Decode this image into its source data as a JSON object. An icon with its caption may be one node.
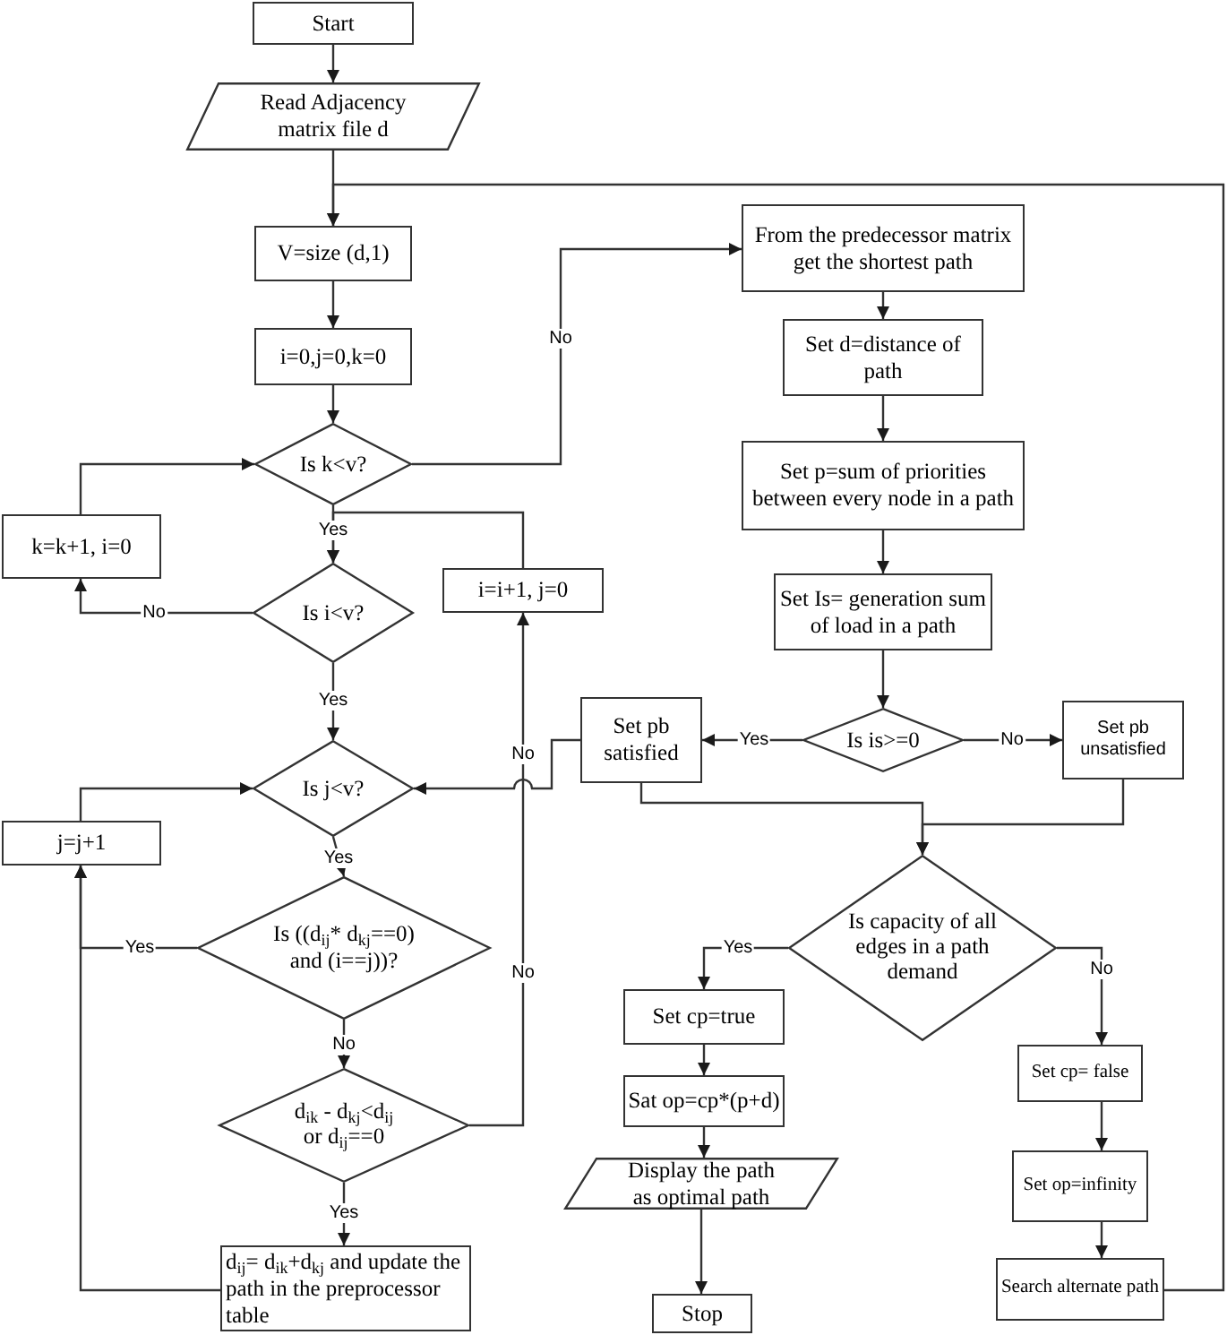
{
  "diagram": {
    "nodes": [
      {
        "text": [
          "Start"
        ]
      },
      {
        "text": [
          "Read Adjacency matrix file d"
        ]
      },
      {
        "text": [
          "V=size (d,1)"
        ]
      },
      {
        "text": [
          "i=0,j=0,k=0"
        ]
      },
      {
        "text": [
          "Is k<v?"
        ]
      },
      {
        "text": [
          "k=k+1, i=0"
        ]
      },
      {
        "text": [
          "Is i<v?"
        ]
      },
      {
        "text": [
          "i=i+1, j=0"
        ]
      },
      {
        "text": [
          "Is j<v?"
        ]
      },
      {
        "text": [
          "j=j+1"
        ]
      },
      {
        "text": [
          "Is ((d$_{ij}$* d$_{kj}$==0) and (i==j))?"
        ]
      },
      {
        "text": [
          "d$_{ik}$ - d$_{kj}$<d$_{ij}$ or d$_{ij}$==0"
        ]
      },
      {
        "text": [
          "d$_{ij}$= d$_{ik}$+d$_{kj}$ and update the path in the preprocessor table"
        ]
      },
      {
        "text": [
          "From the predecessor matrix get the shortest path"
        ]
      },
      {
        "text": [
          "Set d=distance of path"
        ]
      },
      {
        "text": [
          "Set p=sum of priorities between every node in a path"
        ]
      },
      {
        "text": [
          "Set Is= generation sum of load in a path"
        ]
      },
      {
        "text": [
          "Is is>=0"
        ]
      },
      {
        "text": [
          "Set pb satisfied"
        ]
      },
      {
        "text": [
          "Set pb unsatisfied"
        ]
      },
      {
        "text": [
          "Is capacity of all edges in a path demand"
        ]
      },
      {
        "text": [
          "Set cp=true"
        ]
      },
      {
        "text": [
          "Sat op=cp*(p+d)"
        ]
      },
      {
        "text": [
          "Display the path as optimal path"
        ]
      },
      {
        "text": [
          "Stop"
        ]
      },
      {
        "text": [
          "Set cp= false"
        ]
      },
      {
        "text": [
          "Set op=infinity"
        ]
      },
      {
        "text": [
          "Search alternate path"
        ]
      }
    ],
    "edges": [
      {
        "from": 0,
        "to": 1,
        "arrow": "to"
      },
      {
        "from": 1,
        "to": 2,
        "arrow": "to"
      },
      {
        "from": 27,
        "to": 2,
        "arrow": "to"
      },
      {
        "from": 2,
        "to": 3,
        "arrow": "to"
      },
      {
        "from": 3,
        "to": 4,
        "arrow": "to"
      },
      {
        "from": 4,
        "to": 6,
        "arrow": "to",
        "label": "Yes"
      },
      {
        "from": 4,
        "to": 13,
        "arrow": "to",
        "label": "No"
      },
      {
        "from": 5,
        "to": 4,
        "arrow": "to"
      },
      {
        "from": 6,
        "to": 5,
        "arrow": "to",
        "label": "No"
      },
      {
        "from": 6,
        "to": 8,
        "arrow": "to",
        "label": "Yes"
      },
      {
        "from": 7,
        "to": 6,
        "arrow": "to"
      },
      {
        "from": 8,
        "to": 10,
        "arrow": "to",
        "label": "Yes"
      },
      {
        "from": 9,
        "to": 8,
        "arrow": "to"
      },
      {
        "from": 10,
        "to": 9,
        "arrow": "to",
        "label": "Yes"
      },
      {
        "from": 10,
        "to": 11,
        "arrow": "to",
        "label": "No"
      },
      {
        "from": 11,
        "to": 12,
        "arrow": "to",
        "label": "Yes"
      },
      {
        "from": 11,
        "to": 7,
        "arrow": "to",
        "label": "No"
      },
      {
        "from": 12,
        "to": 9,
        "arrow": "to"
      },
      {
        "from": 13,
        "to": 14,
        "arrow": "to"
      },
      {
        "from": 14,
        "to": 15,
        "arrow": "to"
      },
      {
        "from": 15,
        "to": 16,
        "arrow": "to"
      },
      {
        "from": 16,
        "to": 17,
        "arrow": "to"
      },
      {
        "from": 17,
        "to": 18,
        "arrow": "to",
        "label": "Yes"
      },
      {
        "from": 17,
        "to": 19,
        "arrow": "to",
        "label": "No"
      },
      {
        "from": 18,
        "to": 8,
        "arrow": "to"
      },
      {
        "from": 18,
        "to": 20,
        "arrow": "to"
      },
      {
        "from": 19,
        "to": 20,
        "arrow": "to"
      },
      {
        "from": 20,
        "to": 21,
        "arrow": "to",
        "label": "Yes"
      },
      {
        "from": 20,
        "to": 25,
        "arrow": "to",
        "label": "No"
      },
      {
        "from": 21,
        "to": 22,
        "arrow": "to"
      },
      {
        "from": 22,
        "to": 23,
        "arrow": "to"
      },
      {
        "from": 23,
        "to": 24,
        "arrow": "to"
      },
      {
        "from": 25,
        "to": 26,
        "arrow": "to"
      },
      {
        "from": 26,
        "to": 27,
        "arrow": "to"
      }
    ],
    "labels": [
      "No"
    ]
  }
}
